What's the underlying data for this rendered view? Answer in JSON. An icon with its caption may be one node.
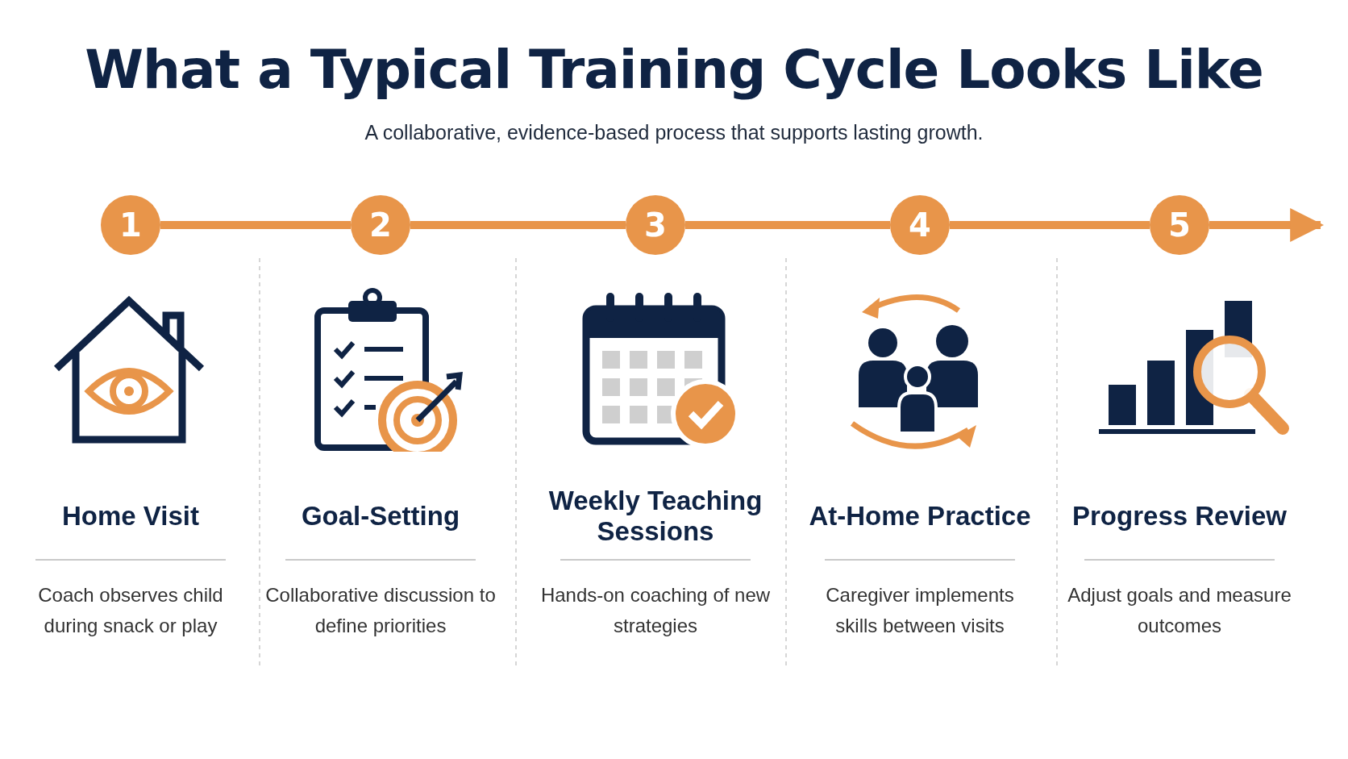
{
  "diagram": {
    "title": "What a Typical Training Cycle Looks Like",
    "nodes": [
      {
        "text": [
          "1"
        ],
        "beside": [
          "Home Visit",
          "Coach observes child during snack or play"
        ]
      },
      {
        "text": [
          "2"
        ],
        "beside": [
          "Goal-Setting",
          "Collaborative discussion to define priorities"
        ]
      },
      {
        "text": [
          "3"
        ],
        "beside": [
          "Weekly Teaching Sessions",
          "Hands-on coaching of new strategies"
        ]
      },
      {
        "text": [
          "4"
        ],
        "beside": [
          "At-Home Practice",
          "Caregiver implements skills between visits"
        ]
      },
      {
        "text": [
          "5"
        ],
        "beside": [
          "Progress Review",
          "Adjust goals and measure outcomes"
        ]
      }
    ],
    "edges": [
      {
        "from": 0,
        "to": 1,
        "arrow": "none"
      },
      {
        "from": 1,
        "to": 2,
        "arrow": "none"
      },
      {
        "from": 2,
        "to": 3,
        "arrow": "none"
      },
      {
        "from": 3,
        "to": 4,
        "arrow": "none"
      },
      {
        "from": 4,
        "to": null,
        "arrow": "to"
      }
    ],
    "labels": [
      "A collaborative, evidence-based process that supports lasting growth."
    ]
  }
}
